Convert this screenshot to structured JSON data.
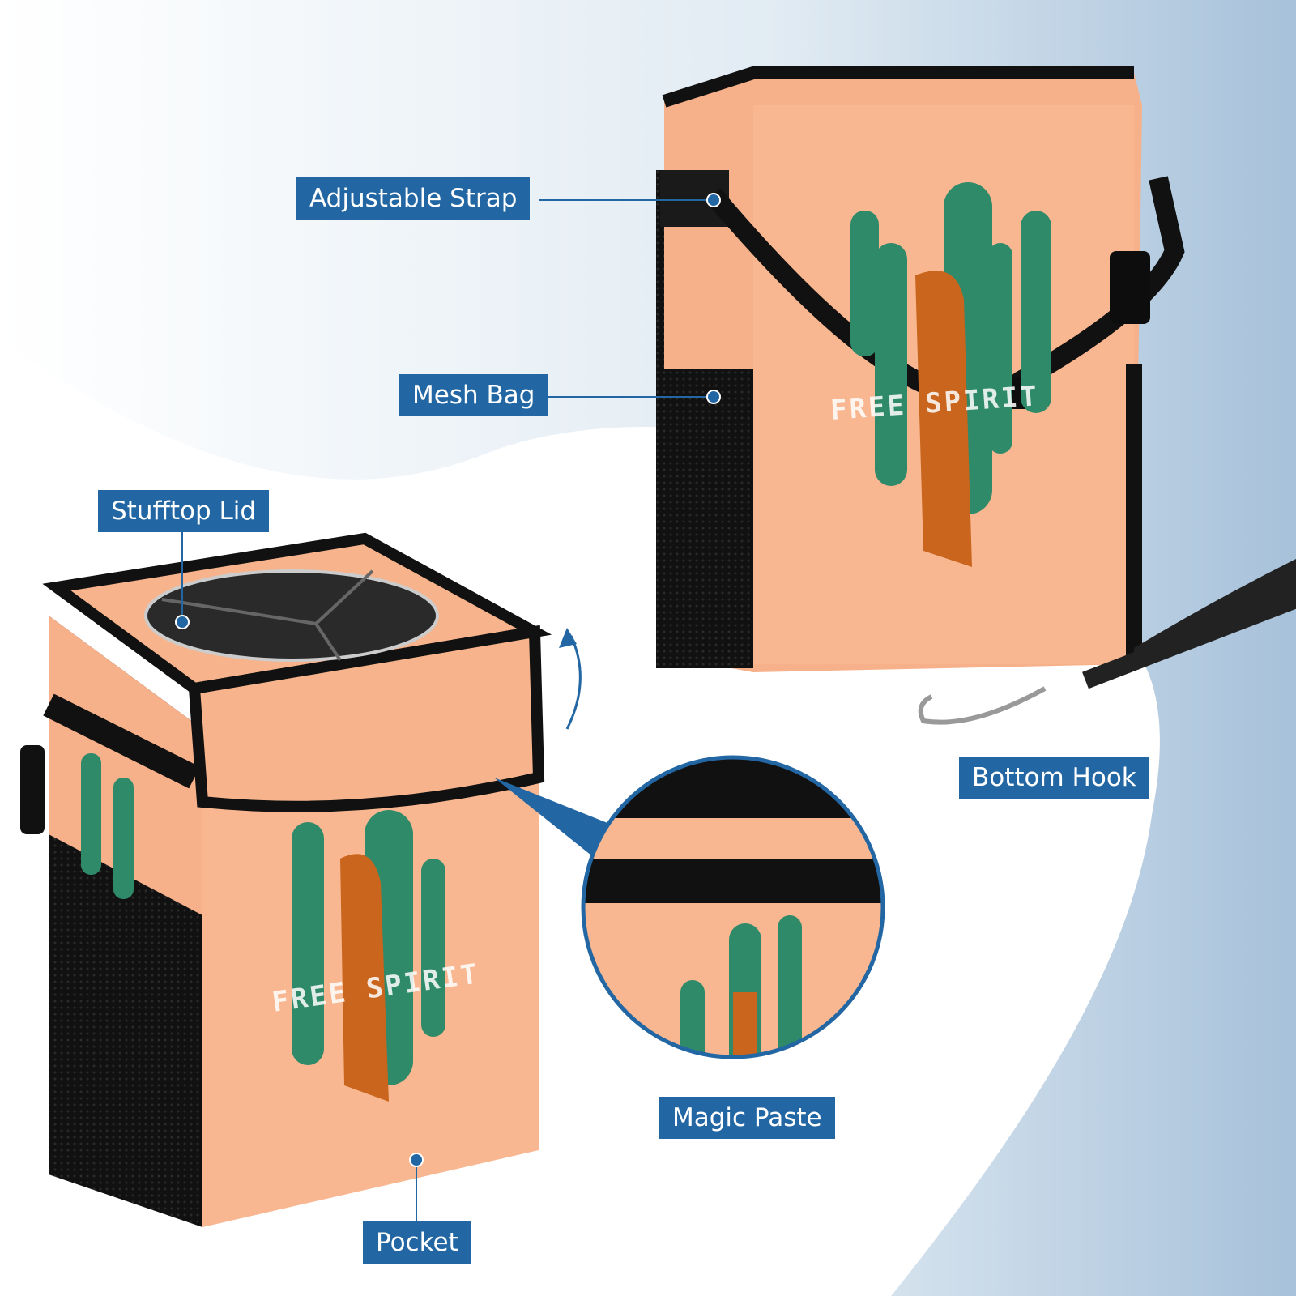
{
  "labels": {
    "adjustable_strap": "Adjustable Strap",
    "mesh_bag": "Mesh Bag",
    "stufftop_lid": "Stufftop Lid",
    "bottom_hook": "Bottom Hook",
    "magic_paste": "Magic Paste",
    "pocket": "Pocket"
  },
  "artwork_text": "FREE SPIRIT",
  "colors": {
    "label_bg": "#2267a3",
    "bag_body": "#f7b48c",
    "trim": "#1b1b1b",
    "cactus": "#2f8a6a",
    "leopard": "#c9651c"
  }
}
